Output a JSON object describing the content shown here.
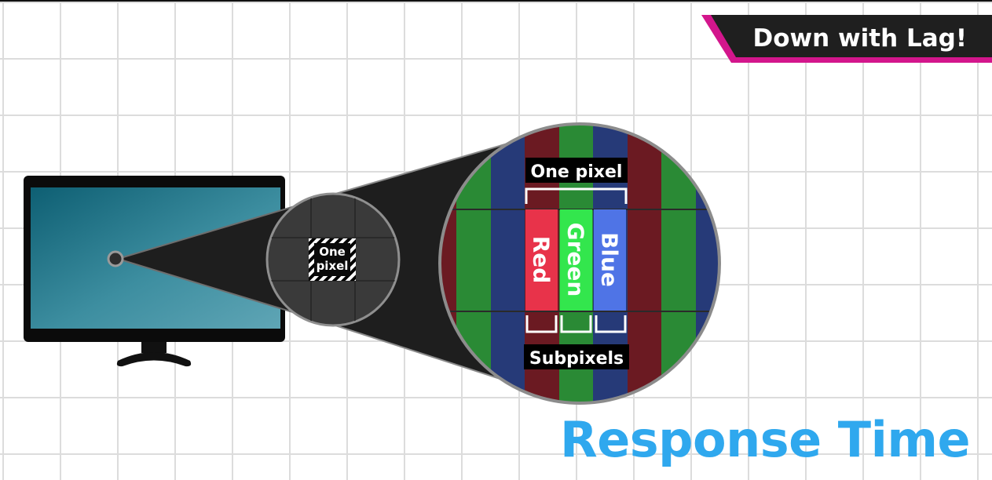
{
  "banner": {
    "text": "Down with Lag!"
  },
  "title": "Response Time",
  "small_lens": {
    "label_line1": "One",
    "label_line2": "pixel"
  },
  "big_lens": {
    "top_label": "One pixel",
    "bottom_label": "Subpixels",
    "subpixels": [
      {
        "label": "Red",
        "color": "#e8334a"
      },
      {
        "label": "Green",
        "color": "#33e64d"
      },
      {
        "label": "Blue",
        "color": "#4f74e6"
      }
    ]
  },
  "colors": {
    "accent_title": "#2fa8ee",
    "banner_bg": "#1f1f1f",
    "banner_stripe": "#d3168c",
    "dark_red": "#6b1a22",
    "dark_green": "#2a8a35",
    "dark_blue": "#263a78"
  }
}
